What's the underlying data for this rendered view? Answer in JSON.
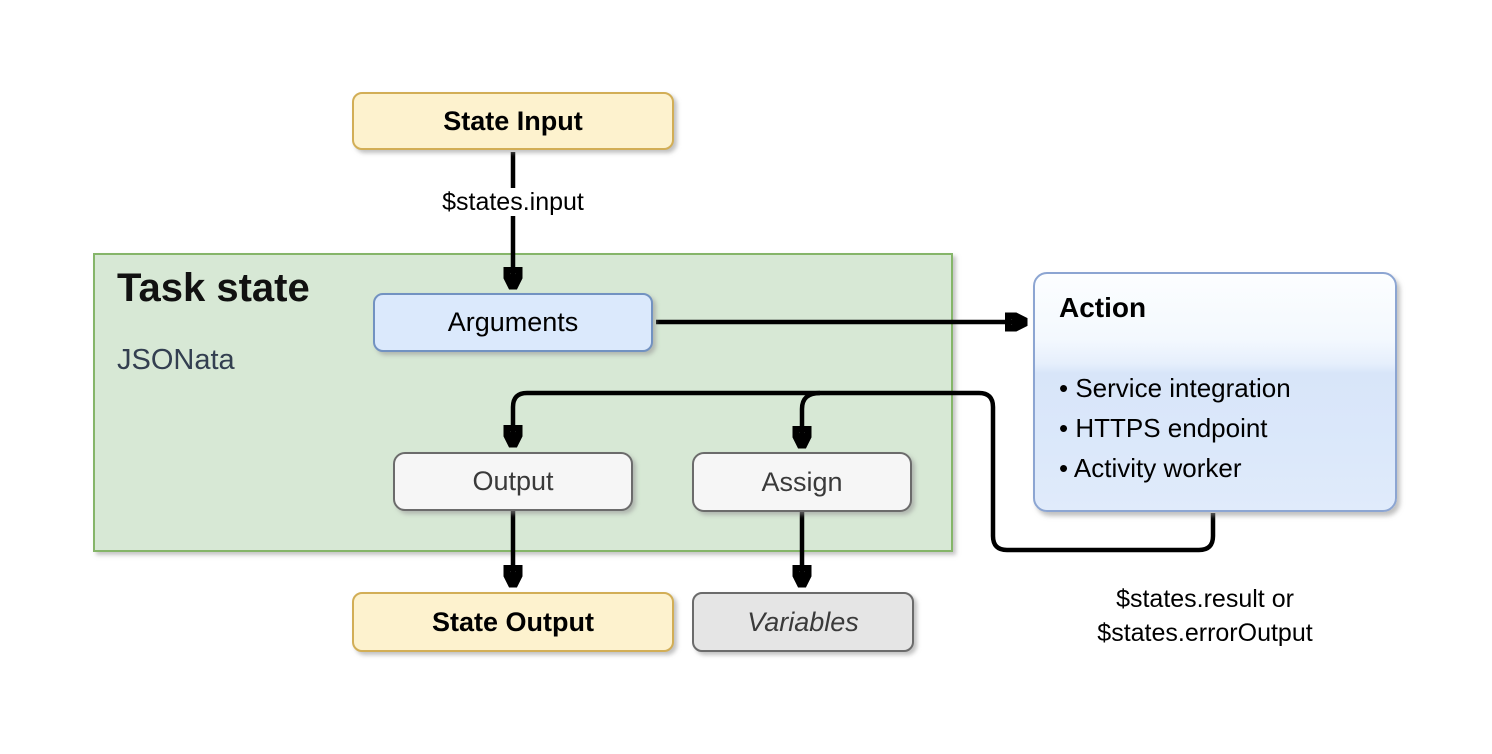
{
  "diagram": {
    "state_input": {
      "label": "State Input"
    },
    "input_arrow_label": "$states.input",
    "task_state": {
      "title": "Task state",
      "subtitle": "JSONata"
    },
    "arguments": {
      "label": "Arguments"
    },
    "action": {
      "title": "Action",
      "bullets": [
        "Service integration",
        "HTTPS endpoint",
        "Activity worker"
      ]
    },
    "output": {
      "label": "Output"
    },
    "assign": {
      "label": "Assign"
    },
    "state_output": {
      "label": "State Output"
    },
    "variables": {
      "label": "Variables"
    },
    "result_arrow_label_line1": "$states.result or",
    "result_arrow_label_line2": "$states.errorOutput"
  },
  "colors": {
    "state_io_fill": "#fdf2ce",
    "state_io_border": "#d2ae56",
    "task_fill": "#d7e8d5",
    "task_border": "#85b569",
    "arguments_fill": "#dbe9fc",
    "arguments_border": "#7292c1",
    "action_fill_top": "#fcfeff",
    "action_fill_bottom": "#dbe8fa",
    "action_border": "#8ca5d2",
    "output_assign_fill": "#f6f6f6",
    "variables_fill": "#e5e5e5",
    "gray_border": "#6b6b6b",
    "jsonata_text": "#333f50",
    "arrow": "#000000"
  }
}
